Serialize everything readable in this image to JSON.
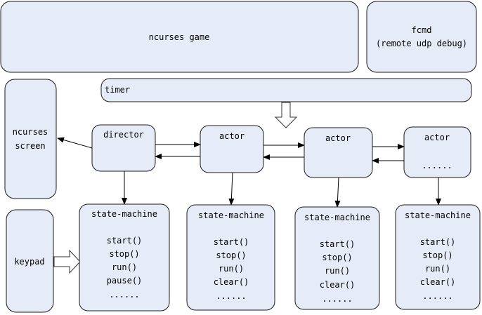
{
  "colors": {
    "box_fill": "#e6ecf7",
    "box_stroke": "#1a1a1a",
    "arrow": "#000000"
  },
  "game": {
    "label": "ncurses game"
  },
  "fcmd": {
    "title": "fcmd",
    "subtitle": "(remote udp debug)"
  },
  "timer": {
    "label": "timer"
  },
  "screen": {
    "line1": "ncurses",
    "line2": "screen"
  },
  "keypad": {
    "label": "keypad"
  },
  "director": {
    "label": "director"
  },
  "actors": [
    {
      "label": "actor",
      "detail": ""
    },
    {
      "label": "actor",
      "detail": ""
    },
    {
      "label": "actor",
      "detail": "......"
    }
  ],
  "state_machines": [
    {
      "title": "state-machine",
      "methods": [
        "start()",
        "stop()",
        "run()",
        "pause()",
        "......"
      ]
    },
    {
      "title": "state-machine",
      "methods": [
        "start()",
        "stop()",
        "run()",
        "clear()",
        "......"
      ]
    },
    {
      "title": "state-machine",
      "methods": [
        "start()",
        "stop()",
        "run()",
        "clear()",
        "......"
      ]
    },
    {
      "title": "state-machine",
      "methods": [
        "start()",
        "stop()",
        "run()",
        "clear()",
        "......"
      ]
    }
  ]
}
